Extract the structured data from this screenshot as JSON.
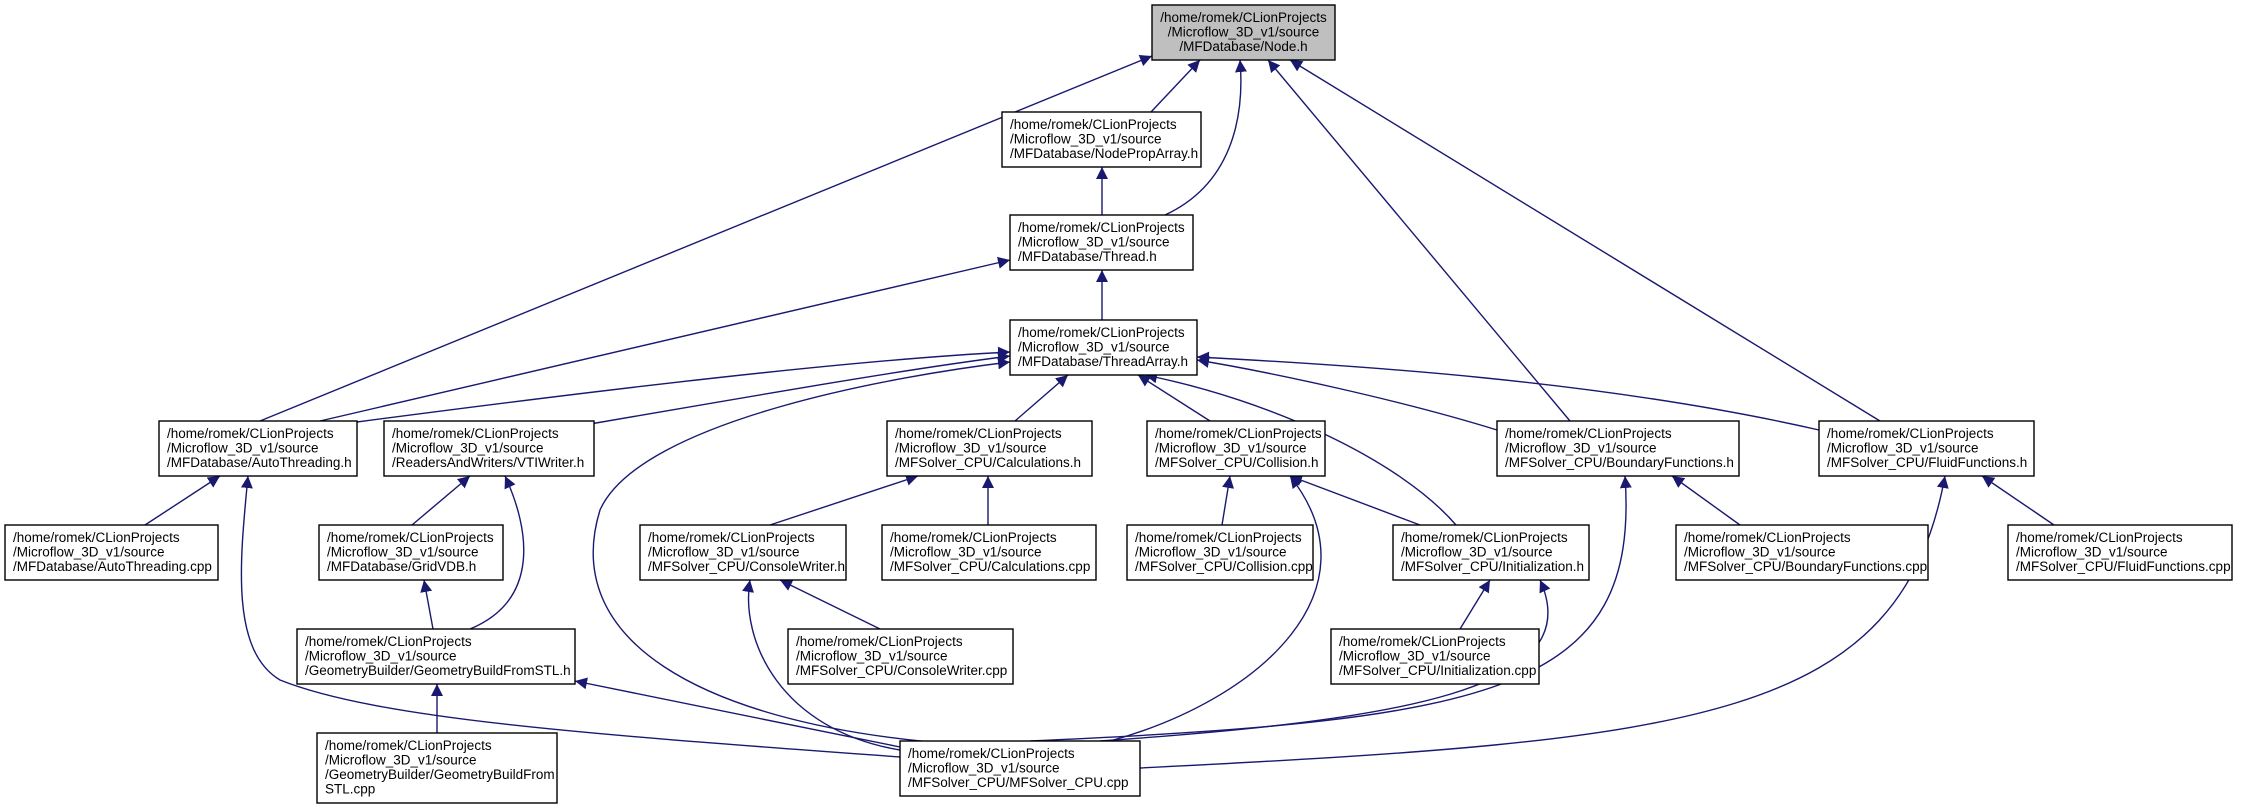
{
  "graph": {
    "title": "",
    "edge_color": "#191970",
    "root_fill": "#bfbfbf",
    "nodes": [
      {
        "id": "node_h",
        "lines": [
          "/home/romek/CLionProjects",
          "/Microflow_3D_v1/source",
          "/MFDatabase/Node.h"
        ],
        "root": true
      },
      {
        "id": "nodeproparray_h",
        "lines": [
          "/home/romek/CLionProjects",
          "/Microflow_3D_v1/source",
          "/MFDatabase/NodePropArray.h"
        ]
      },
      {
        "id": "thread_h",
        "lines": [
          "/home/romek/CLionProjects",
          "/Microflow_3D_v1/source",
          "/MFDatabase/Thread.h"
        ]
      },
      {
        "id": "threadarray_h",
        "lines": [
          "/home/romek/CLionProjects",
          "/Microflow_3D_v1/source",
          "/MFDatabase/ThreadArray.h"
        ]
      },
      {
        "id": "autothreading_h",
        "lines": [
          "/home/romek/CLionProjects",
          "/Microflow_3D_v1/source",
          "/MFDatabase/AutoThreading.h"
        ]
      },
      {
        "id": "vtiwriter_h",
        "lines": [
          "/home/romek/CLionProjects",
          "/Microflow_3D_v1/source",
          "/ReadersAndWriters/VTIWriter.h"
        ]
      },
      {
        "id": "calculations_h",
        "lines": [
          "/home/romek/CLionProjects",
          "/Microflow_3D_v1/source",
          "/MFSolver_CPU/Calculations.h"
        ]
      },
      {
        "id": "collision_h",
        "lines": [
          "/home/romek/CLionProjects",
          "/Microflow_3D_v1/source",
          "/MFSolver_CPU/Collision.h"
        ]
      },
      {
        "id": "boundary_h",
        "lines": [
          "/home/romek/CLionProjects",
          "/Microflow_3D_v1/source",
          "/MFSolver_CPU/BoundaryFunctions.h"
        ]
      },
      {
        "id": "fluid_h",
        "lines": [
          "/home/romek/CLionProjects",
          "/Microflow_3D_v1/source",
          "/MFSolver_CPU/FluidFunctions.h"
        ]
      },
      {
        "id": "autothreading_cpp",
        "lines": [
          "/home/romek/CLionProjects",
          "/Microflow_3D_v1/source",
          "/MFDatabase/AutoThreading.cpp"
        ]
      },
      {
        "id": "gridvdb_h",
        "lines": [
          "/home/romek/CLionProjects",
          "/Microflow_3D_v1/source",
          "/MFDatabase/GridVDB.h"
        ]
      },
      {
        "id": "consolewriter_h",
        "lines": [
          "/home/romek/CLionProjects",
          "/Microflow_3D_v1/source",
          "/MFSolver_CPU/ConsoleWriter.h"
        ]
      },
      {
        "id": "calculations_cpp",
        "lines": [
          "/home/romek/CLionProjects",
          "/Microflow_3D_v1/source",
          "/MFSolver_CPU/Calculations.cpp"
        ]
      },
      {
        "id": "collision_cpp",
        "lines": [
          "/home/romek/CLionProjects",
          "/Microflow_3D_v1/source",
          "/MFSolver_CPU/Collision.cpp"
        ]
      },
      {
        "id": "initialization_h",
        "lines": [
          "/home/romek/CLionProjects",
          "/Microflow_3D_v1/source",
          "/MFSolver_CPU/Initialization.h"
        ]
      },
      {
        "id": "boundary_cpp",
        "lines": [
          "/home/romek/CLionProjects",
          "/Microflow_3D_v1/source",
          "/MFSolver_CPU/BoundaryFunctions.cpp"
        ]
      },
      {
        "id": "fluid_cpp",
        "lines": [
          "/home/romek/CLionProjects",
          "/Microflow_3D_v1/source",
          "/MFSolver_CPU/FluidFunctions.cpp"
        ]
      },
      {
        "id": "geombuild_h",
        "lines": [
          "/home/romek/CLionProjects",
          "/Microflow_3D_v1/source",
          "/GeometryBuilder/GeometryBuildFromSTL.h"
        ]
      },
      {
        "id": "consolewriter_cpp",
        "lines": [
          "/home/romek/CLionProjects",
          "/Microflow_3D_v1/source",
          "/MFSolver_CPU/ConsoleWriter.cpp"
        ]
      },
      {
        "id": "initialization_cpp",
        "lines": [
          "/home/romek/CLionProjects",
          "/Microflow_3D_v1/source",
          "/MFSolver_CPU/Initialization.cpp"
        ]
      },
      {
        "id": "geombuild_cpp",
        "lines": [
          "/home/romek/CLionProjects",
          "/Microflow_3D_v1/source",
          "/GeometryBuilder/GeometryBuildFrom",
          "STL.cpp"
        ]
      },
      {
        "id": "mfsolver_cpp",
        "lines": [
          "/home/romek/CLionProjects",
          "/Microflow_3D_v1/source",
          "/MFSolver_CPU/MFSolver_CPU.cpp"
        ]
      }
    ],
    "edges": [
      {
        "from": "nodeproparray_h",
        "to": "node_h"
      },
      {
        "from": "thread_h",
        "to": "node_h"
      },
      {
        "from": "autothreading_h",
        "to": "node_h"
      },
      {
        "from": "boundary_h",
        "to": "node_h"
      },
      {
        "from": "fluid_h",
        "to": "node_h"
      },
      {
        "from": "thread_h",
        "to": "nodeproparray_h"
      },
      {
        "from": "threadarray_h",
        "to": "thread_h"
      },
      {
        "from": "autothreading_h",
        "to": "thread_h"
      },
      {
        "from": "autothreading_h",
        "to": "threadarray_h"
      },
      {
        "from": "vtiwriter_h",
        "to": "threadarray_h"
      },
      {
        "from": "calculations_h",
        "to": "threadarray_h"
      },
      {
        "from": "collision_h",
        "to": "threadarray_h"
      },
      {
        "from": "boundary_h",
        "to": "threadarray_h"
      },
      {
        "from": "fluid_h",
        "to": "threadarray_h"
      },
      {
        "from": "initialization_h",
        "to": "threadarray_h"
      },
      {
        "from": "mfsolver_cpp",
        "to": "threadarray_h"
      },
      {
        "from": "autothreading_cpp",
        "to": "autothreading_h"
      },
      {
        "from": "mfsolver_cpp",
        "to": "autothreading_h"
      },
      {
        "from": "gridvdb_h",
        "to": "vtiwriter_h"
      },
      {
        "from": "geombuild_h",
        "to": "vtiwriter_h"
      },
      {
        "from": "consolewriter_h",
        "to": "calculations_h"
      },
      {
        "from": "calculations_cpp",
        "to": "calculations_h"
      },
      {
        "from": "collision_cpp",
        "to": "collision_h"
      },
      {
        "from": "initialization_h",
        "to": "collision_h"
      },
      {
        "from": "mfsolver_cpp",
        "to": "collision_h"
      },
      {
        "from": "boundary_cpp",
        "to": "boundary_h"
      },
      {
        "from": "mfsolver_cpp",
        "to": "boundary_h"
      },
      {
        "from": "fluid_cpp",
        "to": "fluid_h"
      },
      {
        "from": "mfsolver_cpp",
        "to": "fluid_h"
      },
      {
        "from": "geombuild_h",
        "to": "gridvdb_h"
      },
      {
        "from": "consolewriter_cpp",
        "to": "consolewriter_h"
      },
      {
        "from": "mfsolver_cpp",
        "to": "consolewriter_h"
      },
      {
        "from": "initialization_cpp",
        "to": "initialization_h"
      },
      {
        "from": "mfsolver_cpp",
        "to": "initialization_h"
      },
      {
        "from": "geombuild_cpp",
        "to": "geombuild_h"
      },
      {
        "from": "mfsolver_cpp",
        "to": "geombuild_h"
      }
    ]
  }
}
